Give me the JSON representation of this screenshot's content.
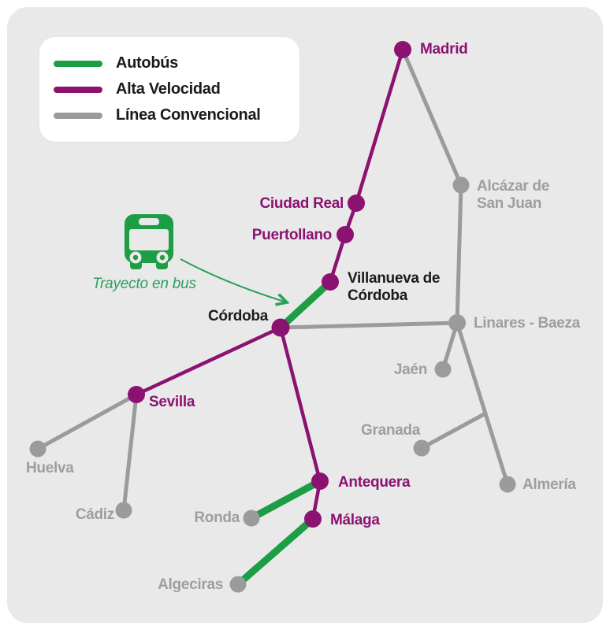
{
  "legend": {
    "items": [
      {
        "label": "Autobús",
        "key": "bus"
      },
      {
        "label": "Alta Velocidad",
        "key": "high_speed"
      },
      {
        "label": "Línea Convencional",
        "key": "conventional"
      }
    ]
  },
  "annotation": {
    "label": "Trayecto en bus",
    "icon": "bus-icon"
  },
  "colors": {
    "bus": "#1d9d44",
    "bus_soft": "#2ba05c",
    "high_speed": "#8c1271",
    "conventional": "#9b9b9b",
    "gray_text": "#9e9e9e",
    "dark_text": "#1b1b1b",
    "panel": "#e9e9e9",
    "page": "#ffffff",
    "legend_bg": "#ffffff"
  },
  "stations": {
    "madrid": {
      "name": "Madrid",
      "lines": [
        "Madrid"
      ],
      "type": "alta_velocidad"
    },
    "alcazar": {
      "name": "Alcázar de San Juan",
      "lines": [
        "Alcázar de",
        "San Juan"
      ],
      "type": "convencional"
    },
    "ciudad_real": {
      "name": "Ciudad Real",
      "lines": [
        "Ciudad Real"
      ],
      "type": "alta_velocidad"
    },
    "puertollano": {
      "name": "Puertollano",
      "lines": [
        "Puertollano"
      ],
      "type": "alta_velocidad"
    },
    "villanueva": {
      "name": "Villanueva de Córdoba",
      "lines": [
        "Villanueva de",
        "Córdoba"
      ],
      "type": "alta_velocidad"
    },
    "cordoba": {
      "name": "Córdoba",
      "lines": [
        "Córdoba"
      ],
      "type": "alta_velocidad"
    },
    "linares": {
      "name": "Linares - Baeza",
      "lines": [
        "Linares - Baeza"
      ],
      "type": "convencional"
    },
    "jaen": {
      "name": "Jaén",
      "lines": [
        "Jaén"
      ],
      "type": "convencional"
    },
    "sevilla": {
      "name": "Sevilla",
      "lines": [
        "Sevilla"
      ],
      "type": "alta_velocidad"
    },
    "huelva": {
      "name": "Huelva",
      "lines": [
        "Huelva"
      ],
      "type": "convencional"
    },
    "cadiz": {
      "name": "Cádiz",
      "lines": [
        "Cádiz"
      ],
      "type": "convencional"
    },
    "granada": {
      "name": "Granada",
      "lines": [
        "Granada"
      ],
      "type": "convencional"
    },
    "almeria": {
      "name": "Almería",
      "lines": [
        "Almería"
      ],
      "type": "convencional"
    },
    "antequera": {
      "name": "Antequera",
      "lines": [
        "Antequera"
      ],
      "type": "alta_velocidad"
    },
    "malaga": {
      "name": "Málaga",
      "lines": [
        "Málaga"
      ],
      "type": "alta_velocidad"
    },
    "ronda": {
      "name": "Ronda",
      "lines": [
        "Ronda"
      ],
      "type": "convencional"
    },
    "algeciras": {
      "name": "Algeciras",
      "lines": [
        "Algeciras"
      ],
      "type": "convencional"
    }
  },
  "network": {
    "edges": [
      {
        "from": "Madrid",
        "to": "Ciudad Real",
        "line": "Alta Velocidad"
      },
      {
        "from": "Ciudad Real",
        "to": "Puertollano",
        "line": "Alta Velocidad"
      },
      {
        "from": "Puertollano",
        "to": "Villanueva de Córdoba",
        "line": "Alta Velocidad"
      },
      {
        "from": "Villanueva de Córdoba",
        "to": "Córdoba",
        "line": "Autobús"
      },
      {
        "from": "Madrid",
        "to": "Alcázar de San Juan",
        "line": "Línea Convencional"
      },
      {
        "from": "Alcázar de San Juan",
        "to": "Linares - Baeza",
        "line": "Línea Convencional"
      },
      {
        "from": "Córdoba",
        "to": "Linares - Baeza",
        "line": "Línea Convencional"
      },
      {
        "from": "Linares - Baeza",
        "to": "Jaén",
        "line": "Línea Convencional"
      },
      {
        "from": "Linares - Baeza",
        "to": "Almería",
        "line": "Línea Convencional"
      },
      {
        "from": "Granada",
        "to": "Linares - Baeza",
        "line": "Línea Convencional"
      },
      {
        "from": "Córdoba",
        "to": "Sevilla",
        "line": "Alta Velocidad"
      },
      {
        "from": "Sevilla",
        "to": "Huelva",
        "line": "Línea Convencional"
      },
      {
        "from": "Sevilla",
        "to": "Cádiz",
        "line": "Línea Convencional"
      },
      {
        "from": "Córdoba",
        "to": "Antequera",
        "line": "Alta Velocidad"
      },
      {
        "from": "Antequera",
        "to": "Málaga",
        "line": "Alta Velocidad"
      },
      {
        "from": "Ronda",
        "to": "Antequera",
        "line": "Autobús"
      },
      {
        "from": "Málaga",
        "to": "Algeciras",
        "line": "Autobús"
      }
    ]
  }
}
